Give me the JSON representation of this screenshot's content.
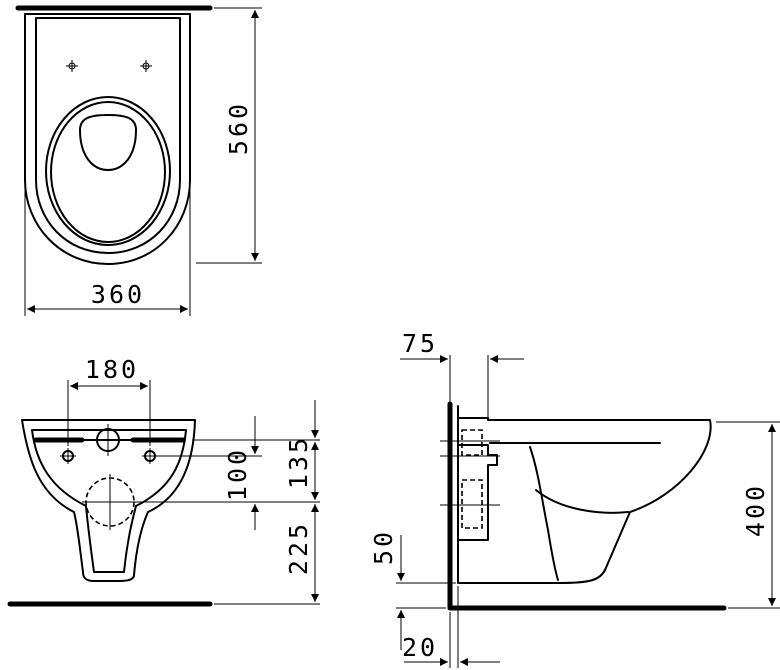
{
  "dimensions": {
    "top_height": "560",
    "top_width": "360",
    "fixing_spacing": "180",
    "fixing_height": "100",
    "outlet_height": "135",
    "outlet_offset": "225",
    "wall_depth": "75",
    "bottom_clearance": "50",
    "wall_gap": "20",
    "rim_height": "400"
  }
}
